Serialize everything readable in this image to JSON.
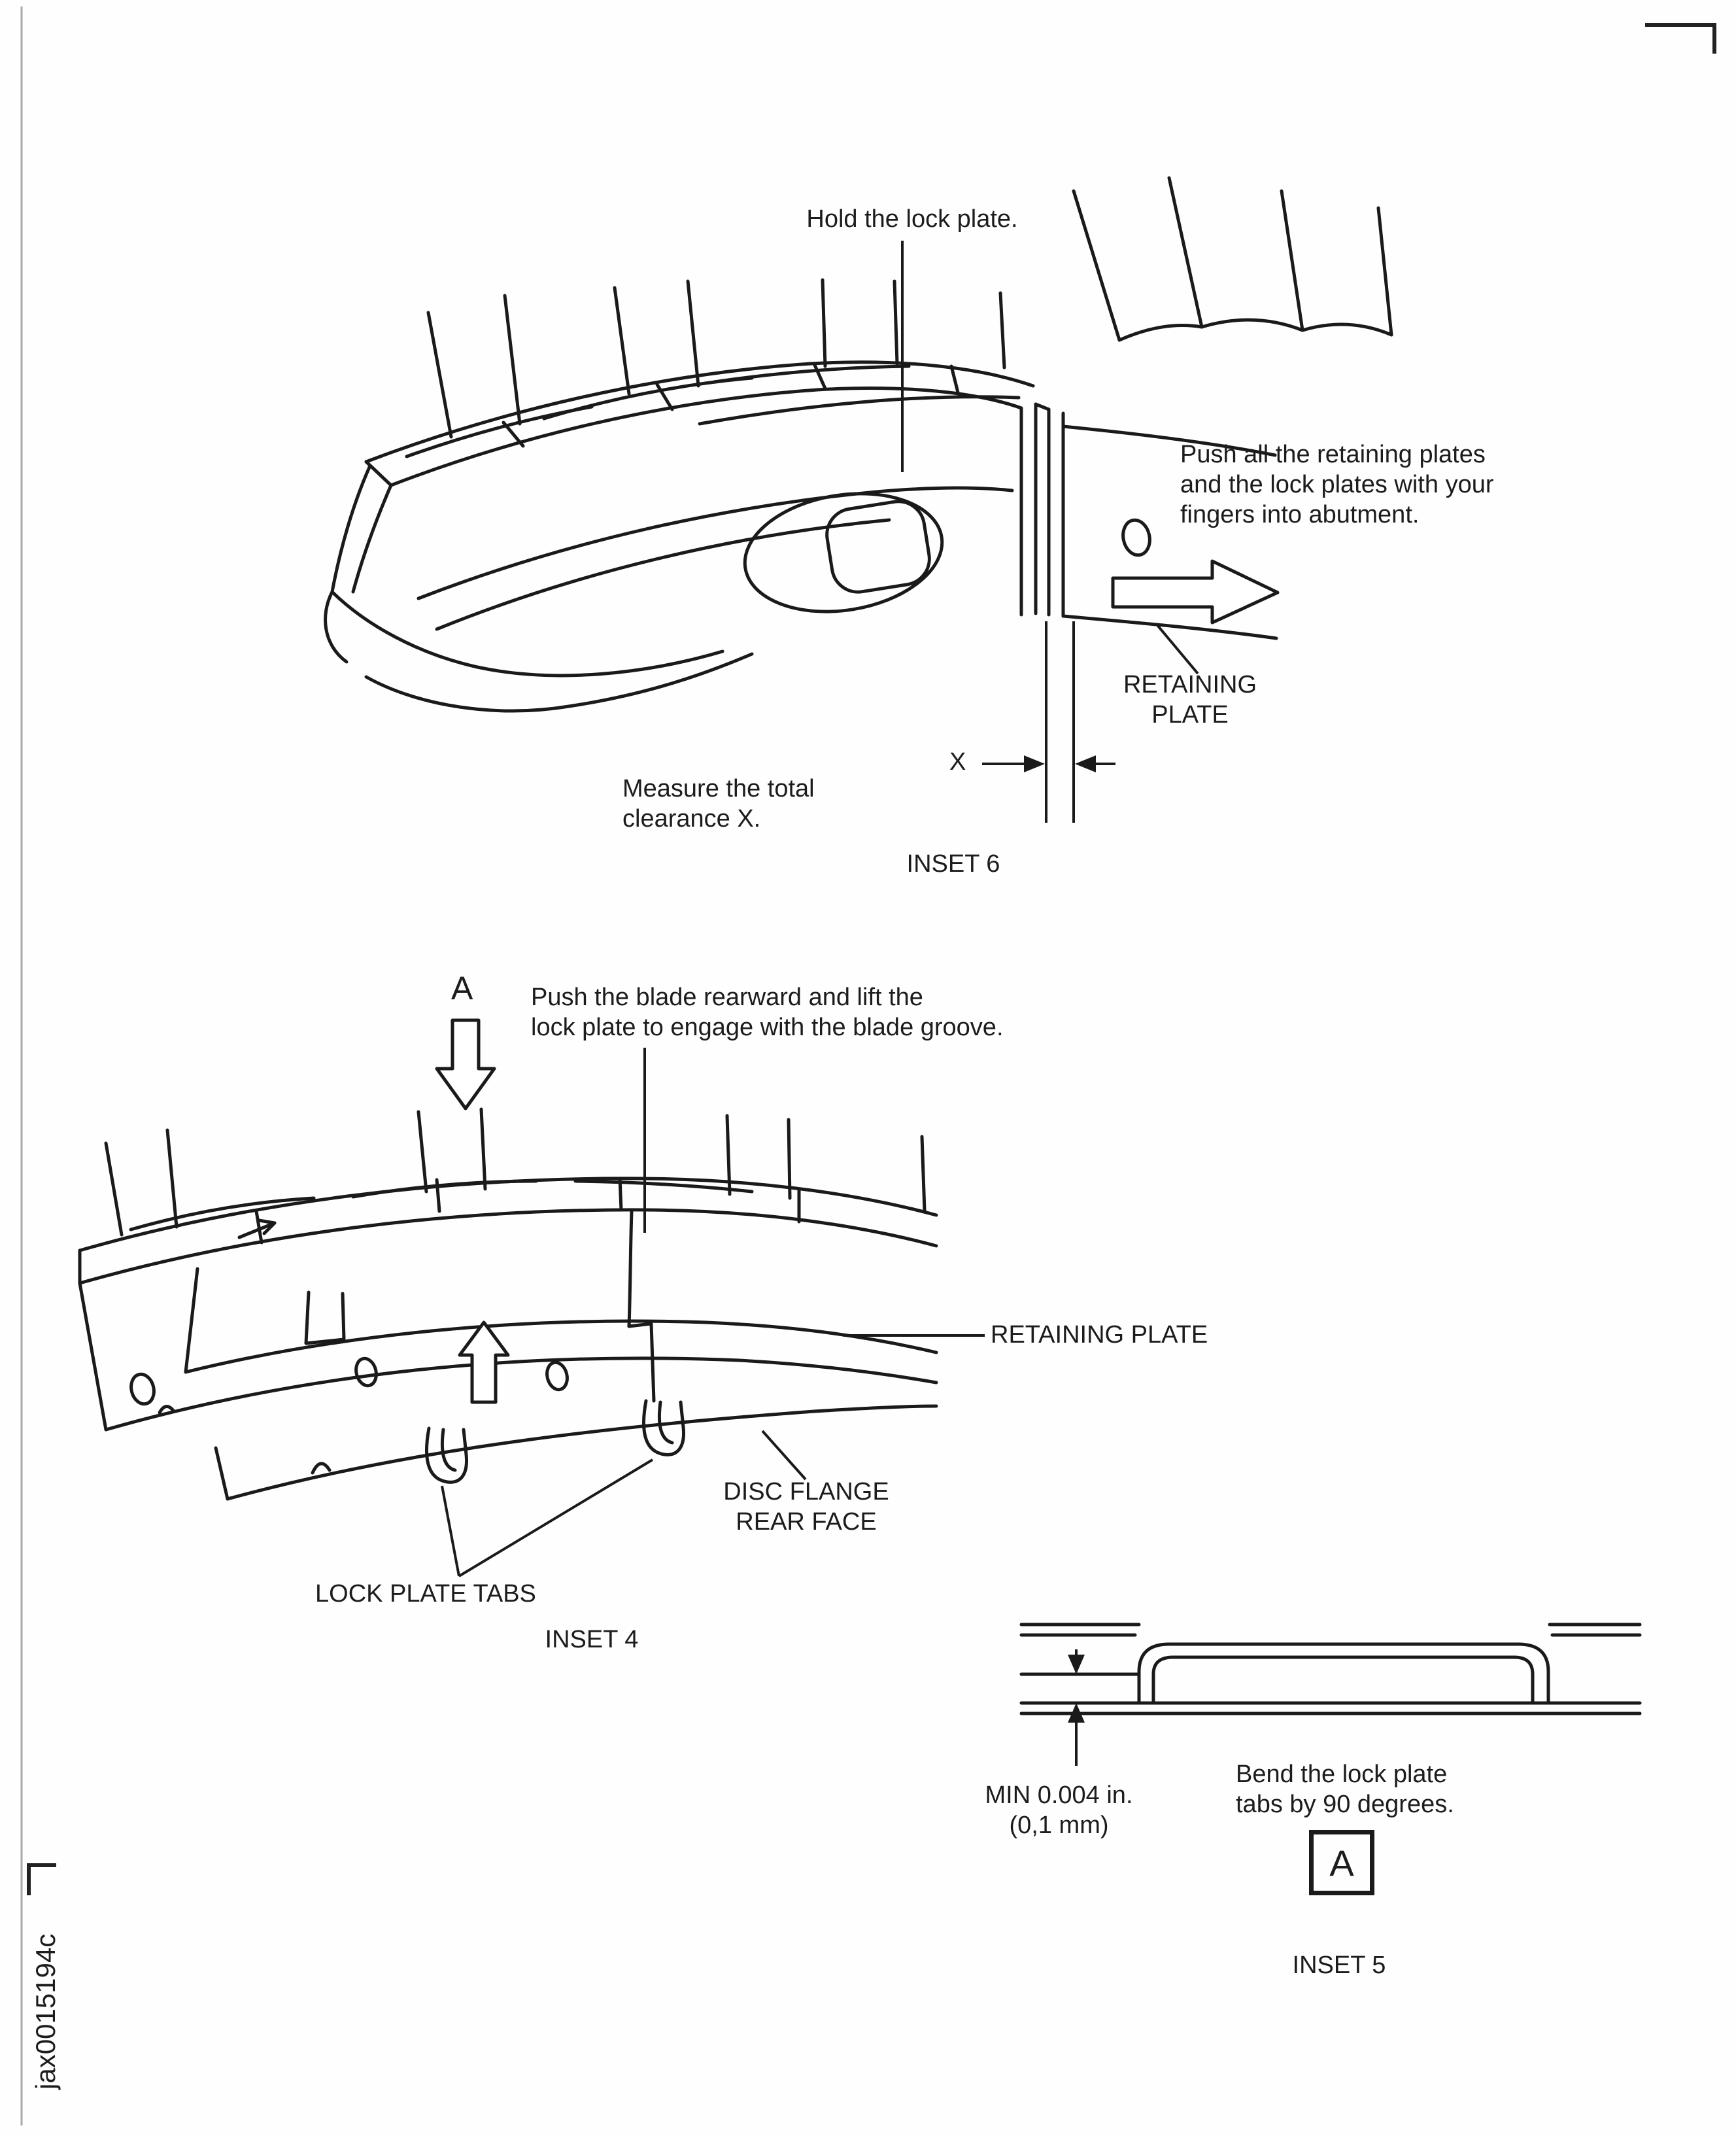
{
  "figure": {
    "id_text": "jax0015194c"
  },
  "inset6": {
    "hold_label": "Hold the lock plate.",
    "push_lines": [
      "Push all the retaining plates",
      "and the lock plates with your",
      "fingers into abutment."
    ],
    "retaining_plate_lines": [
      "RETAINING",
      "PLATE"
    ],
    "dimension_label": "X",
    "measure_lines": [
      "Measure the total",
      "clearance X."
    ],
    "caption": "INSET 6"
  },
  "inset4": {
    "view_letter": "A",
    "push_lines": [
      "Push the blade rearward and lift the",
      "lock plate to engage with the blade groove."
    ],
    "retaining_plate_label": "RETAINING PLATE",
    "disc_flange_lines": [
      "DISC FLANGE",
      "REAR FACE"
    ],
    "lock_plate_tabs_label": "LOCK PLATE TABS",
    "caption": "INSET 4"
  },
  "inset5": {
    "min_clearance_lines": [
      "MIN 0.004 in.",
      "(0,1 mm)"
    ],
    "bend_lines": [
      "Bend the lock plate",
      "tabs by 90 degrees."
    ],
    "detail_letter": "A",
    "caption": "INSET 5"
  }
}
